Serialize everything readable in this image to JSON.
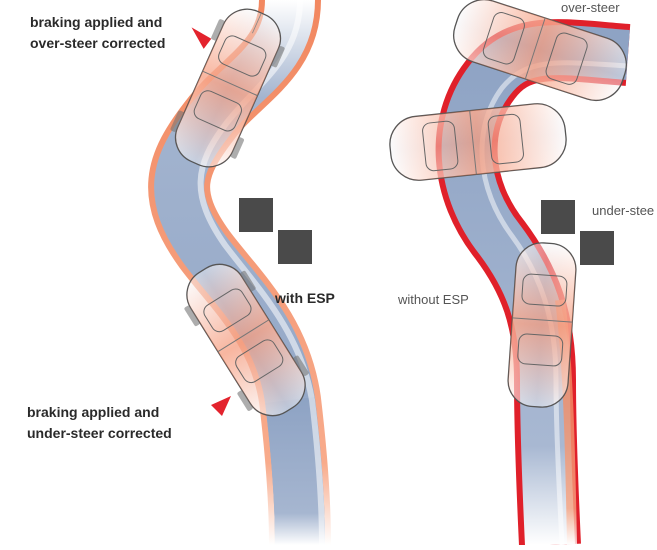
{
  "labels": {
    "top_left_line1": "braking applied and",
    "top_left_line2": "over-steer corrected",
    "bottom_left_line1": "braking applied and",
    "bottom_left_line2": "under-steer corrected",
    "with_esp": "with ESP",
    "without_esp": "without ESP",
    "over_steer": "over-steer",
    "under_steer": "under-stee"
  },
  "colors": {
    "road": "#8ea3c4",
    "road_fade": "#e9eef6",
    "edge_orange": "#f07a4e",
    "edge_red": "#e0202a",
    "arrow_red": "#e3232d",
    "marker": "#4a4a4a",
    "car_outline": "#555555"
  },
  "icons": [
    "braking-arrow-icon",
    "car-outline-icon",
    "status-square-icon"
  ]
}
